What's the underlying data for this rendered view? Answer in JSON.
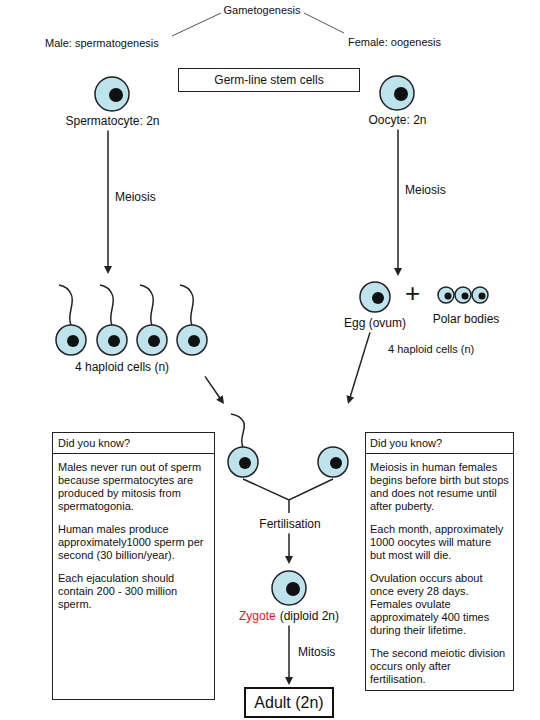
{
  "diagram": {
    "title": "Gametogenesis",
    "nodes": [
      {
        "text": [
          "Germ-line stem cells"
        ]
      },
      {
        "text": [
          "Spermatocyte: 2n"
        ]
      },
      {
        "text": [
          "Oocyte: 2n"
        ]
      },
      {
        "text": [
          "4 haploid cells (n)"
        ]
      },
      {
        "text": [
          "Egg (ovum)"
        ]
      },
      {
        "text": [
          "Polar bodies"
        ]
      },
      {
        "text": [
          "Did you know?",
          "Males never run out of sperm because spermatocytes are produced by mitosis from spermatogonia.",
          "Human males produce approximately1000 sperm per second (30 billion/year).",
          "Each ejaculation should contain 200 - 300 million sperm."
        ]
      },
      {
        "text": [
          "Fertilisation"
        ]
      },
      {
        "text": [
          "Did you know?",
          "Meiosis in human females begins before birth but stops and does not resume until after puberty.",
          "Each month, approximately 1000 oocytes will mature but most will die.",
          "Ovulation occurs about once every 28 days. Females ovulate approximately 400 times during their lifetime.",
          "The second meiotic division occurs only after fertilisation."
        ]
      },
      {
        "text": [
          "Zygote",
          "(diploid 2n)"
        ]
      },
      {
        "text": [
          "Adult (2n)"
        ]
      }
    ],
    "edges": [
      {
        "from": 1,
        "to": 3,
        "arrow": "to",
        "label": "Meiosis"
      },
      {
        "from": 2,
        "to": 4,
        "arrow": "to",
        "label": "Meiosis"
      },
      {
        "from": 3,
        "to": 7,
        "arrow": "to"
      },
      {
        "from": 4,
        "to": 7,
        "arrow": "to"
      },
      {
        "from": 7,
        "to": 9,
        "arrow": "to"
      },
      {
        "from": 9,
        "to": 10,
        "arrow": "to",
        "label": "Mitosis"
      }
    ],
    "labels": [
      "Male: spermatogenesis",
      "Female: oogenesis",
      "+",
      "4 haploid cells (n)"
    ]
  }
}
